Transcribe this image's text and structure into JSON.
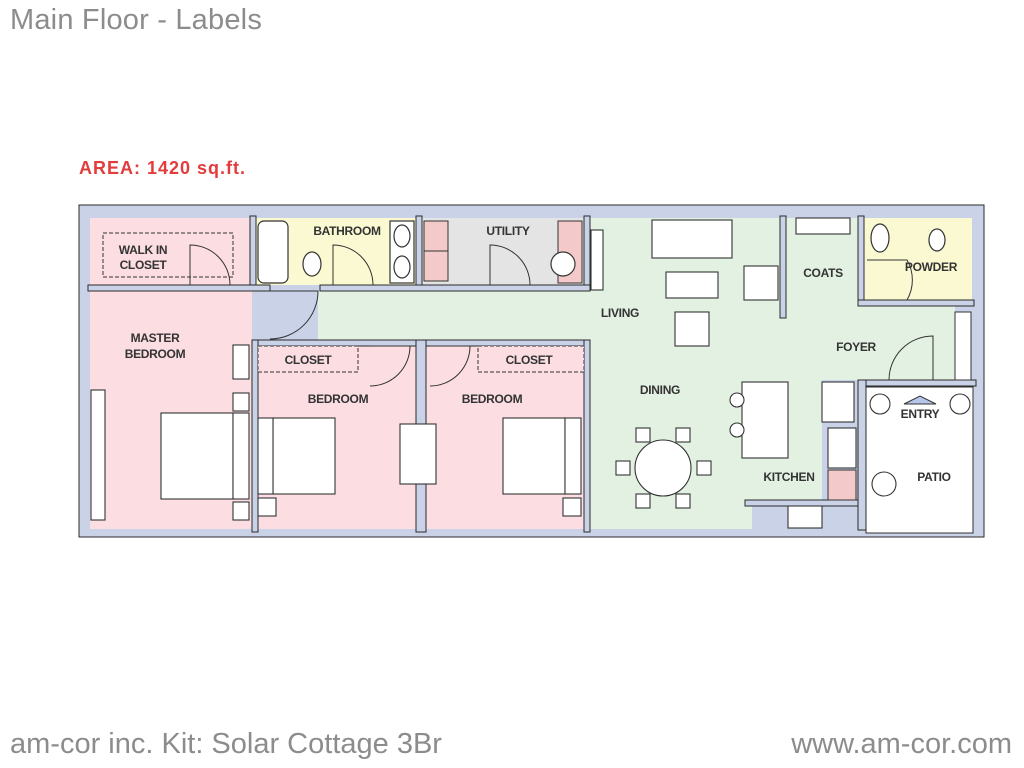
{
  "title": "Main Floor - Labels",
  "area_label": "AREA: 1420 sq.ft.",
  "footer": {
    "kit": "am-cor inc. Kit: Solar Cottage 3Br",
    "website": "www.am-cor.com"
  },
  "rooms": {
    "walk_in_closet": [
      "WALK IN",
      "CLOSET"
    ],
    "bathroom": "BATHROOM",
    "utility": "UTILITY",
    "coats": "COATS",
    "powder": "POWDER",
    "master_bedroom": [
      "MASTER",
      "BEDROOM"
    ],
    "closet_1": "CLOSET",
    "closet_2": "CLOSET",
    "bedroom_1": "BEDROOM",
    "bedroom_2": "BEDROOM",
    "living": "LIVING",
    "dining": "DINING",
    "foyer": "FOYER",
    "kitchen": "KITCHEN",
    "entry": "ENTRY",
    "patio": "PATIO"
  },
  "colors": {
    "bedroom": "#fbdde2",
    "living": "#e3f1e3",
    "bath": "#fbf9d2",
    "utility": "#e4e4e4",
    "wall": "#c9d2e6",
    "area_text": "#e23c3c"
  }
}
